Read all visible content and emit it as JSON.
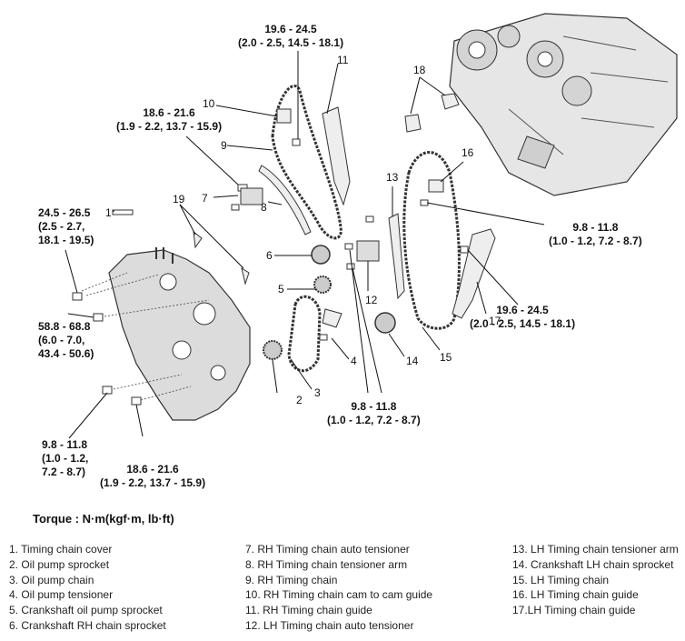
{
  "torque_specs": {
    "t1": {
      "line1": "19.6 - 24.5",
      "line2": "(2.0 - 2.5, 14.5 - 18.1)"
    },
    "t2": {
      "line1": "18.6 - 21.6",
      "line2": "(1.9 - 2.2, 13.7 - 15.9)"
    },
    "t3": {
      "line1": "24.5 - 26.5",
      "line2": "(2.5 - 2.7,",
      "line3": "18.1 - 19.5)"
    },
    "t4": {
      "line1": "58.8 - 68.8",
      "line2": "(6.0 - 7.0,",
      "line3": "43.4 - 50.6)"
    },
    "t5": {
      "line1": "9.8 - 11.8",
      "line2": "(1.0 - 1.2,",
      "line3": "7.2 - 8.7)"
    },
    "t6": {
      "line1": "18.6 - 21.6",
      "line2": "(1.9 - 2.2, 13.7 - 15.9)"
    },
    "t7": {
      "line1": "9.8 - 11.8",
      "line2": "(1.0 - 1.2, 7.2 - 8.7)"
    },
    "t8": {
      "line1": "9.8 - 11.8",
      "line2": "(1.0 - 1.2, 7.2 - 8.7)"
    },
    "t9": {
      "line1": "19.6 - 24.5",
      "line2": "(2.0 - 2.5, 14.5 - 18.1)"
    }
  },
  "callouts": [
    "1",
    "2",
    "3",
    "4",
    "5",
    "6",
    "7",
    "8",
    "9",
    "10",
    "11",
    "12",
    "13",
    "14",
    "15",
    "16",
    "17",
    "18",
    "19"
  ],
  "torque_label": "Torque : N·m(kgf·m, lb·ft)",
  "legend": {
    "col1": [
      "1. Timing chain cover",
      "2. Oil pump sprocket",
      "3. Oil pump chain",
      "4. Oil pump tensioner",
      "5. Crankshaft oil pump sprocket",
      "6. Crankshaft RH chain sprocket"
    ],
    "col2": [
      "7. RH Timing chain auto tensioner",
      "8. RH Timing chain tensioner arm",
      "9. RH Timing chain",
      "10. RH Timing chain cam to cam guide",
      "11. RH Timing chain guide",
      "12. LH Timing chain auto tensioner"
    ],
    "col3": [
      "13. LH Timing chain tensioner arm",
      "14. Crankshaft LH chain sprocket",
      "15. LH Timing chain",
      "16. LH Timing chain guide",
      "17.LH Timing chain guide"
    ]
  }
}
